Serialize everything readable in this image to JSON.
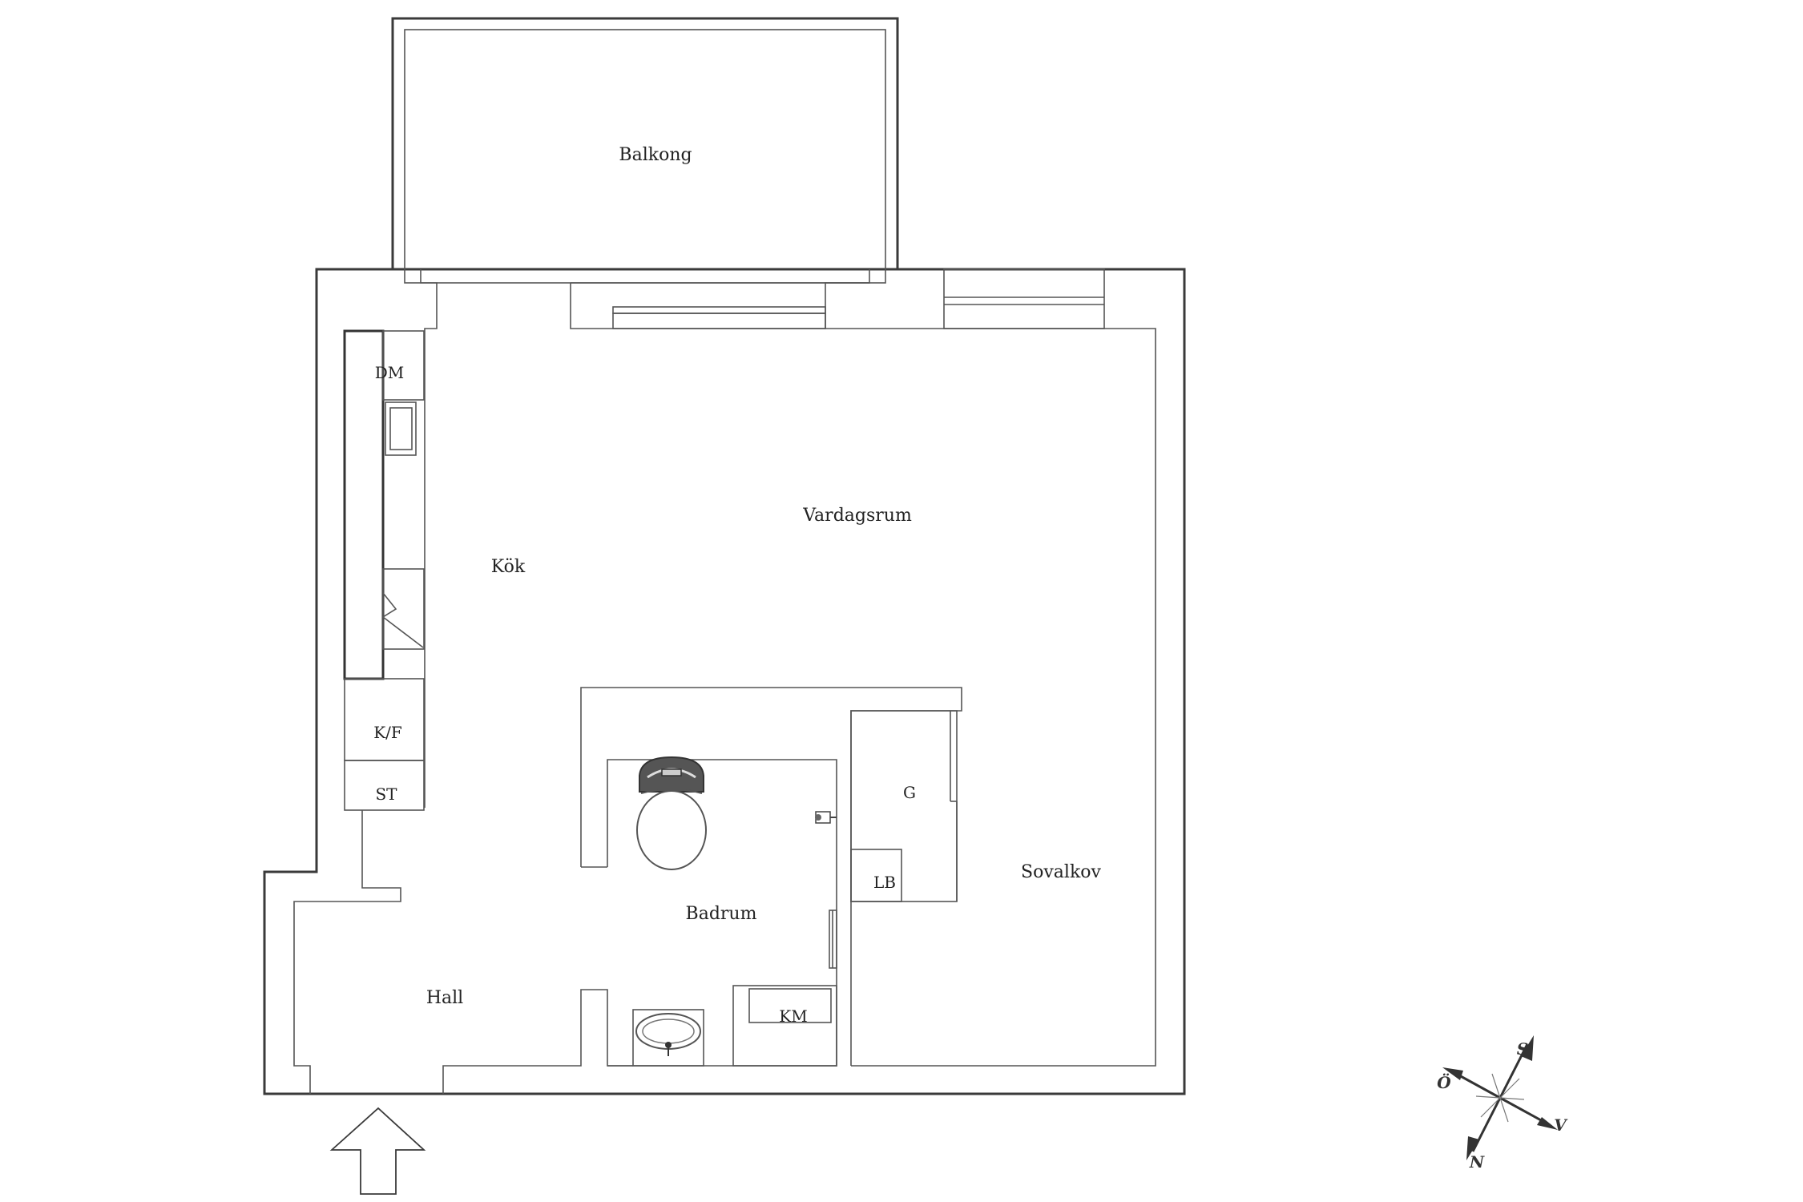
{
  "rooms": {
    "balcony": "Balkong",
    "kitchen": "Kök",
    "living": "Vardagsrum",
    "bathroom": "Badrum",
    "bedroom_alcove": "Sovalkov",
    "hall": "Hall"
  },
  "fixtures": {
    "dishwasher": "DM",
    "fridge_freezer": "K/F",
    "storage": "ST",
    "wardrobe": "G",
    "linen": "LB",
    "washing_machine": "KM"
  },
  "compass": {
    "south": "S",
    "east": "Ö",
    "west": "V",
    "north": "N"
  },
  "colors": {
    "wall": "#3a3a3a",
    "fixture_fill": "#555555",
    "background": "#ffffff"
  }
}
